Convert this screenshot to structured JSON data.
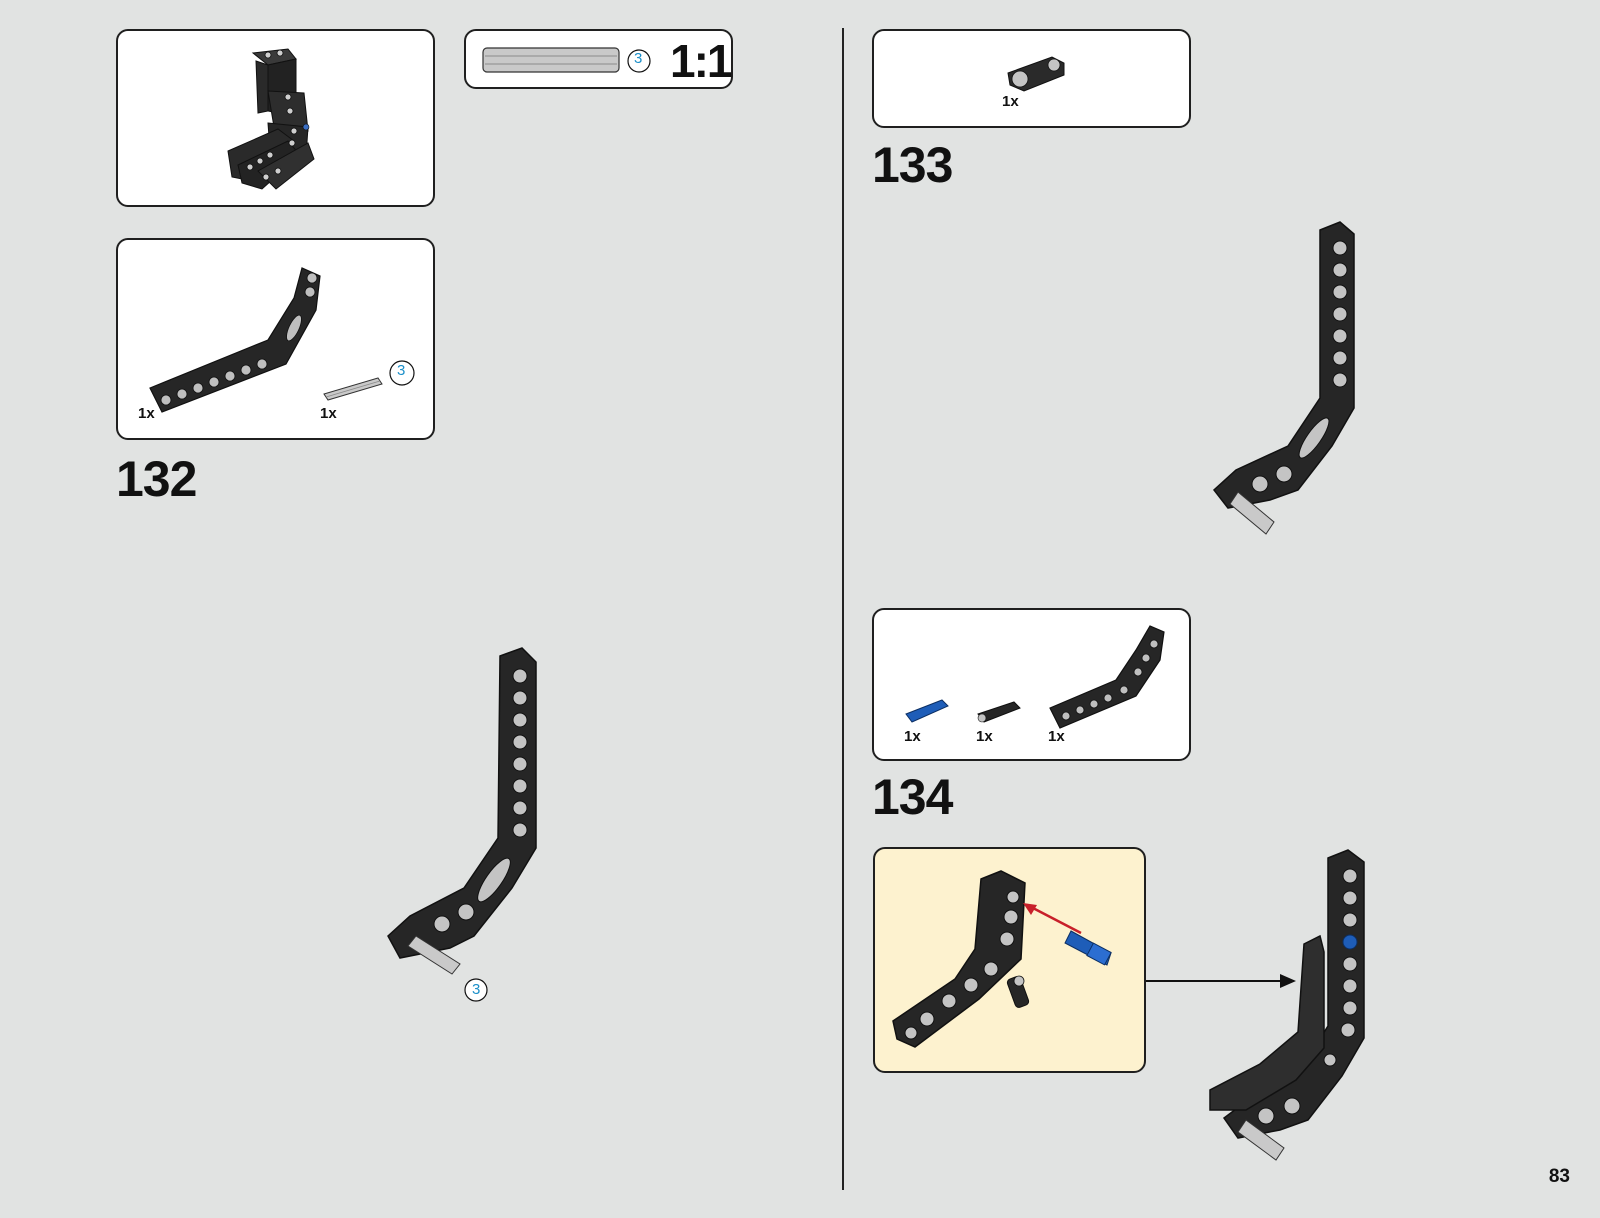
{
  "page_number": "83",
  "scale_box": {
    "ruler_length": "3",
    "scale": "1:1"
  },
  "steps": [
    {
      "number": "132",
      "parts": [
        {
          "name": "black-angled-beam",
          "qty": "1x"
        },
        {
          "name": "grey-axle",
          "qty": "1x",
          "length": "3"
        }
      ],
      "assembly_axle_length": "3"
    },
    {
      "number": "133",
      "parts": [
        {
          "name": "black-axle-connector",
          "qty": "1x"
        }
      ]
    },
    {
      "number": "134",
      "parts": [
        {
          "name": "blue-pin",
          "qty": "1x"
        },
        {
          "name": "black-pin",
          "qty": "1x"
        },
        {
          "name": "black-angled-beam",
          "qty": "1x"
        }
      ]
    }
  ],
  "colors": {
    "background": "#e1e3e2",
    "part_black": "#262626",
    "part_blue": "#1e5db8",
    "axle_grey": "#c9c9c9",
    "callout_bg": "#fdf2cf",
    "arrow_red": "#c8202a",
    "length_circle": "#1b8fc9"
  }
}
